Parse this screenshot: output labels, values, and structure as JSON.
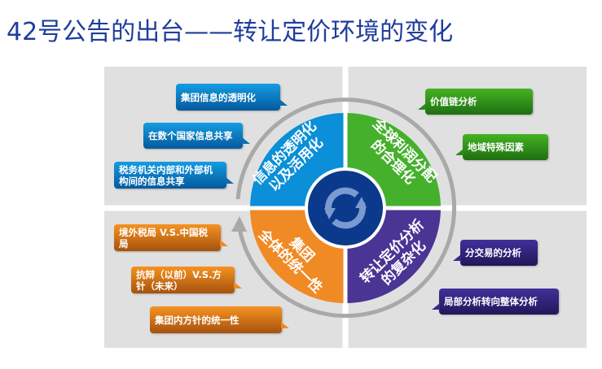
{
  "title": "42号公告的出台——转让定价环境的变化",
  "quadrants": {
    "top_left": {
      "line1": "信息的透明化",
      "line2": "以及活用化",
      "color": "#0a8fd8"
    },
    "top_right": {
      "line1": "全球利润分配",
      "line2": "的合理化",
      "color": "#45b02c"
    },
    "bottom_right": {
      "line1": "转让定价分析",
      "line2": "的复杂化",
      "color": "#4a3494"
    },
    "bottom_left": {
      "line1": "集团",
      "line2": "全体的统一性",
      "color": "#f08a24"
    }
  },
  "center_icon": "refresh-cycle-icon",
  "callouts": {
    "blue": [
      "集团信息的透明化",
      "在数个国家信息共享",
      "税务机关内部和外部机构间的信息共享"
    ],
    "orange": [
      "境外税局 V.S.中国税局",
      "抗辩（以前）V.S.方针（未来）",
      "集团内方针的统一性"
    ],
    "green": [
      "价值链分析",
      "地域特殊因素"
    ],
    "purple": [
      "分交易的分析",
      "局部分析转向整体分析"
    ]
  }
}
